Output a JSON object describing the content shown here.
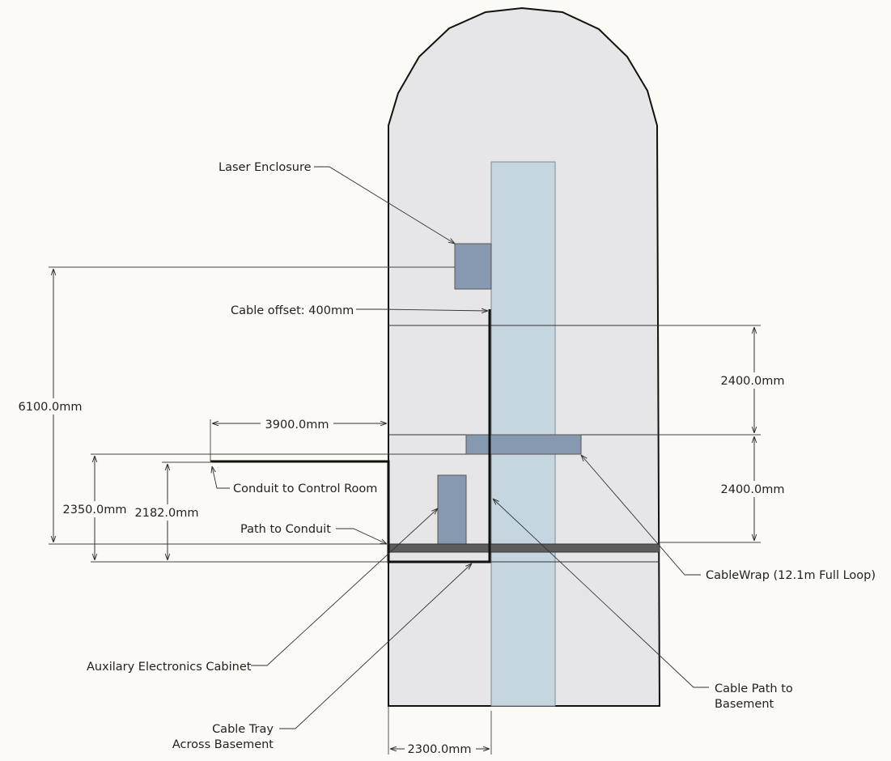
{
  "diagram": {
    "labels": {
      "laser_enclosure": "Laser Enclosure",
      "cable_offset": "Cable offset: 400mm",
      "conduit_to_control_room": "Conduit to Control Room",
      "path_to_conduit": "Path to Conduit",
      "cablewrap": "CableWrap (12.1m Full Loop)",
      "aux_cabinet": "Auxilary Electronics Cabinet",
      "cable_path_basement_1": "Cable Path to",
      "cable_path_basement_2": "Basement",
      "cable_tray_1": "Cable Tray",
      "cable_tray_2": "Across Basement"
    },
    "dimensions": {
      "total_height": "6100.0mm",
      "upper_span": "2400.0mm",
      "lower_span": "2400.0mm",
      "conduit_run": "3900.0mm",
      "conduit_height_outer": "2350.0mm",
      "conduit_height_inner": "2182.0mm",
      "basement_offset": "2300.0mm"
    },
    "colors": {
      "background": "#fcfaf5",
      "building_fill": "#e6e6e8",
      "pier_fill": "#c6d6e0",
      "component_fill": "#8799b0",
      "floor_fill": "#5c5c5c",
      "outline": "#111111"
    }
  }
}
